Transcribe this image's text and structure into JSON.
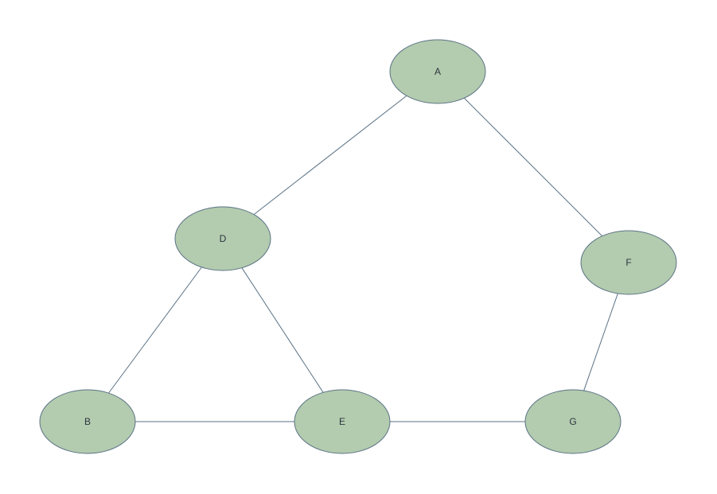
{
  "colors": {
    "node_fill": "#b3cbae",
    "node_stroke": "#5b7386",
    "edge": "#5b7386",
    "label": "#2b3640",
    "background": "#ffffff"
  },
  "graph": {
    "nodes": [
      {
        "id": "A",
        "label": "A"
      },
      {
        "id": "D",
        "label": "D"
      },
      {
        "id": "F",
        "label": "F"
      },
      {
        "id": "B",
        "label": "B"
      },
      {
        "id": "E",
        "label": "E"
      },
      {
        "id": "G",
        "label": "G"
      }
    ],
    "edges": [
      {
        "from": "A",
        "to": "D"
      },
      {
        "from": "A",
        "to": "F"
      },
      {
        "from": "D",
        "to": "B"
      },
      {
        "from": "D",
        "to": "E"
      },
      {
        "from": "B",
        "to": "E"
      },
      {
        "from": "E",
        "to": "G"
      },
      {
        "from": "F",
        "to": "G"
      }
    ]
  }
}
